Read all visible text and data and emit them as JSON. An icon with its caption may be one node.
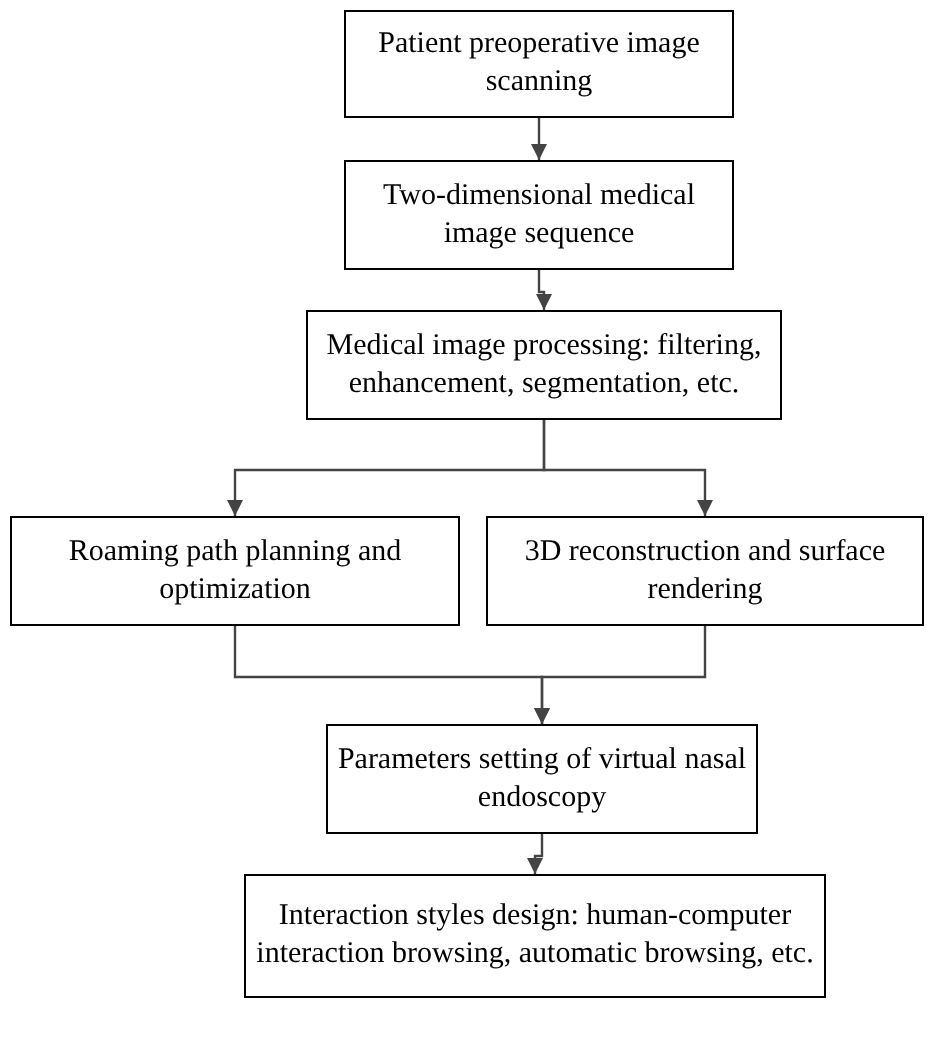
{
  "diagram": {
    "nodes": [
      {
        "text": [
          "Patient preoperative image scanning"
        ]
      },
      {
        "text": [
          "Two-dimensional medical image sequence"
        ]
      },
      {
        "text": [
          "Medical image processing: filtering, enhancement, segmentation, etc."
        ]
      },
      {
        "text": [
          "Roaming path planning and optimization"
        ]
      },
      {
        "text": [
          "3D reconstruction and surface rendering"
        ]
      },
      {
        "text": [
          "Parameters setting of virtual nasal endoscopy"
        ]
      },
      {
        "text": [
          "Interaction styles design: human-computer interaction browsing, automatic browsing, etc."
        ]
      }
    ],
    "edges": [
      {
        "from": 0,
        "to": 1,
        "arrow": "to"
      },
      {
        "from": 1,
        "to": 2,
        "arrow": "to"
      },
      {
        "from": 2,
        "to": 3,
        "arrow": "to"
      },
      {
        "from": 2,
        "to": 4,
        "arrow": "to"
      },
      {
        "from": 3,
        "to": 5,
        "arrow": "to"
      },
      {
        "from": 4,
        "to": 5,
        "arrow": "to"
      },
      {
        "from": 5,
        "to": 6,
        "arrow": "to"
      }
    ]
  }
}
